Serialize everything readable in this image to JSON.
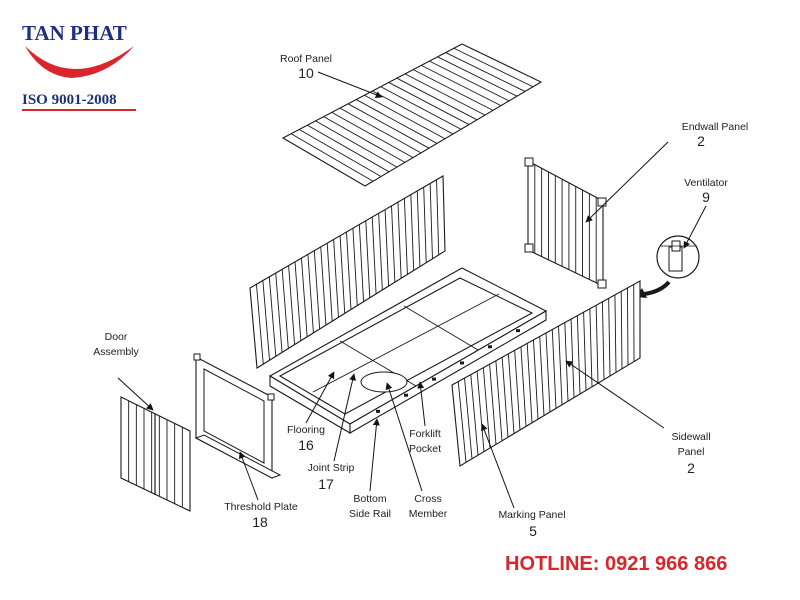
{
  "logo": {
    "name": "TAN PHAT",
    "certification": "ISO 9001-2008"
  },
  "colors": {
    "brand_blue": "#1d2f7d",
    "brand_red": "#d9262c",
    "hotline_red": "#d9262c",
    "line": "#1a1a1a"
  },
  "hotline": "HOTLINE:  0921 966 866",
  "labels": {
    "roof_panel": {
      "name": "Roof Panel",
      "number": "10"
    },
    "endwall_panel": {
      "name": "Endwall Panel",
      "number": "2"
    },
    "ventilator": {
      "name": "Ventilator",
      "number": "9"
    },
    "door_assembly": {
      "line1": "Door",
      "line2": "Assembly"
    },
    "flooring": {
      "name": "Flooring",
      "number": "16"
    },
    "joint_strip": {
      "name": "Joint Strip",
      "number": "17"
    },
    "bottom_side_rail": {
      "line1": "Bottom",
      "line2": "Side Rail"
    },
    "cross_member": {
      "line1": "Cross",
      "line2": "Member"
    },
    "forklift_pocket": {
      "line1": "Forklift",
      "line2": "Pocket"
    },
    "threshold_plate": {
      "name": "Threshold Plate",
      "number": "18"
    },
    "sidewall_panel": {
      "line1": "Sidewall",
      "line2": "Panel",
      "number": "2"
    },
    "marking_panel": {
      "name": "Marking Panel",
      "number": "5"
    }
  }
}
